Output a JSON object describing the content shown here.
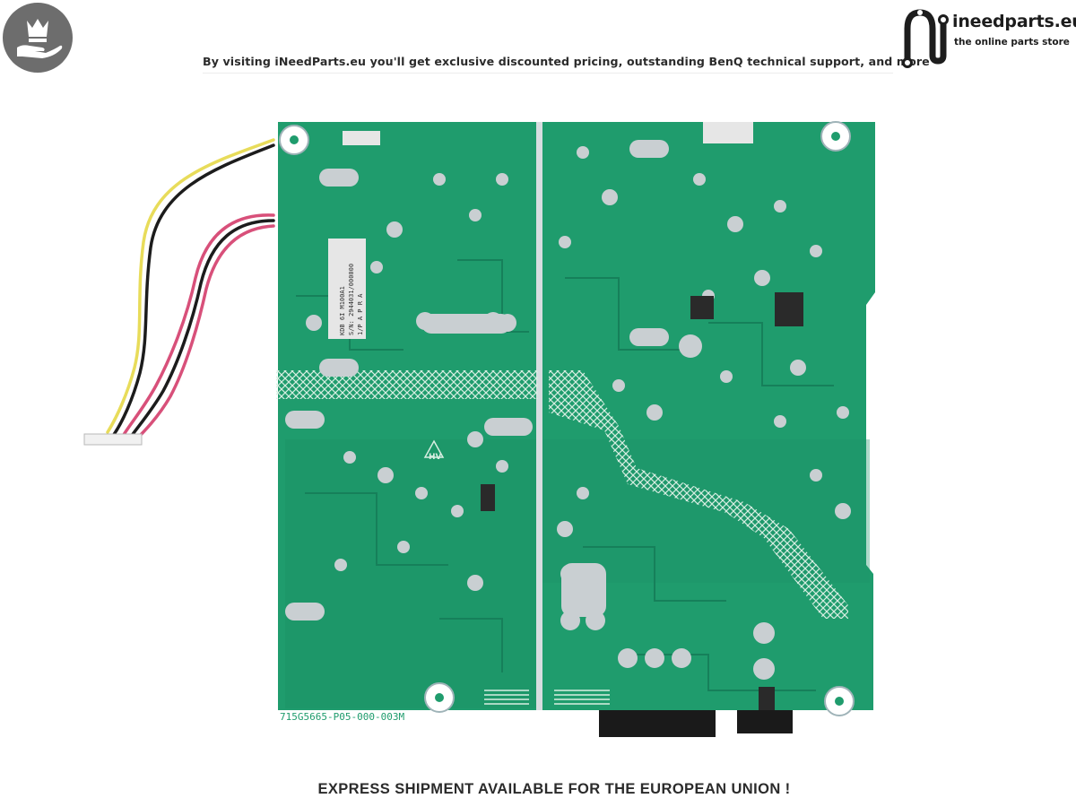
{
  "header": {
    "badge_icon": "crown-hand-icon",
    "tagline": "By visiting iNeedParts.eu you'll get exclusive discounted pricing, outstanding BenQ technical support, and more"
  },
  "logo": {
    "mark_icon": "n-circuit-logo-icon",
    "name": "ineedparts.eu",
    "subtitle": "the online parts store"
  },
  "product_photo": {
    "board_marking": "715G5665-P05-000-003M",
    "hv_mark": "HV",
    "sticker_lines": [
      "KDB 6I M100A1",
      "S/N: 2944031/000000",
      "1/P A P R A"
    ],
    "colors": {
      "pcb": "#1f9c6d",
      "pcb_dark": "#16805a",
      "silkscreen": "#d8eee2",
      "pad": "#c9cfd2",
      "wire_yellow": "#e8dc5a",
      "wire_black": "#1c1c1c",
      "wire_red": "#d8507a"
    }
  },
  "footer": {
    "notice": "EXPRESS SHIPMENT AVAILABLE FOR THE EUROPEAN UNION !"
  }
}
